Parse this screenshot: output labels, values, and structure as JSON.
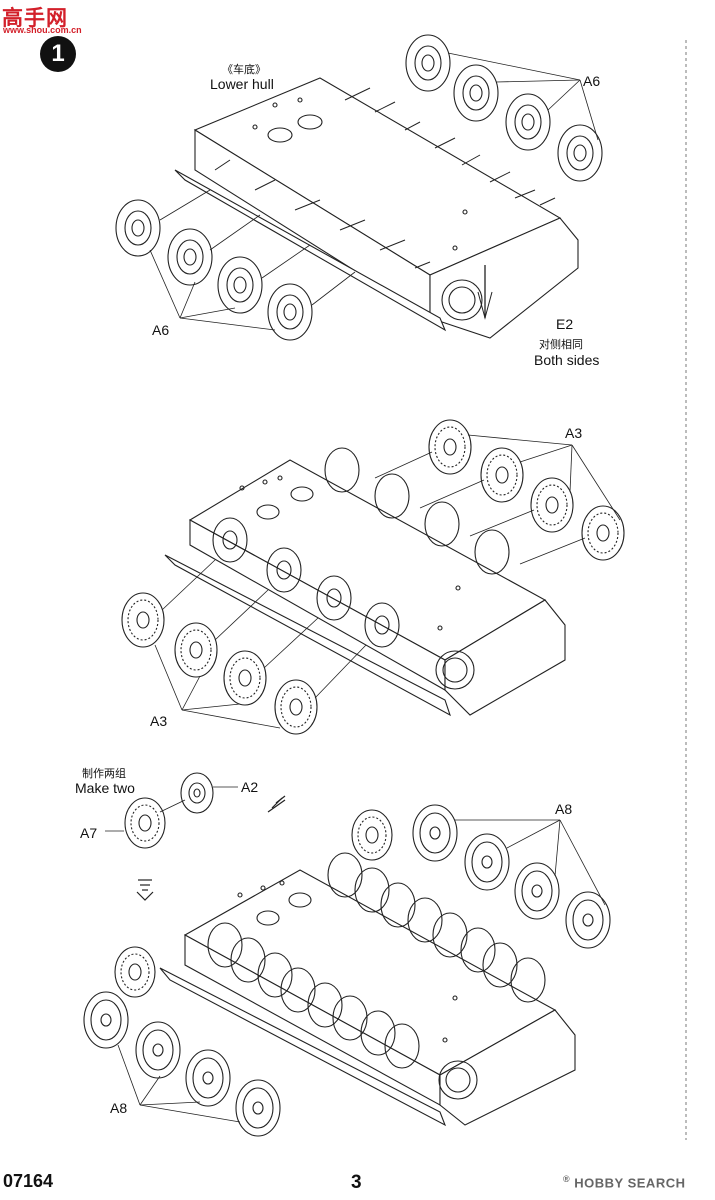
{
  "watermark": {
    "main": "高手网",
    "url": "www.shou.com.cn"
  },
  "step": {
    "number": "1"
  },
  "labels": {
    "lower_hull_cn": "《车底》",
    "lower_hull_en": "Lower hull",
    "a6_top": "A6",
    "a6_bottom": "A6",
    "e2": "E2",
    "both_sides_cn": "对侧相同",
    "both_sides_en": "Both sides",
    "a3_top": "A3",
    "a3_bottom": "A3",
    "make_two_cn": "制作两组",
    "make_two_en": "Make two",
    "a2": "A2",
    "a7": "A7",
    "a8_top": "A8",
    "a8_bottom": "A8"
  },
  "footer": {
    "product_code": "07164",
    "page_number": "3",
    "brand": "HOBBY SEARCH",
    "brand_mark": "®"
  }
}
